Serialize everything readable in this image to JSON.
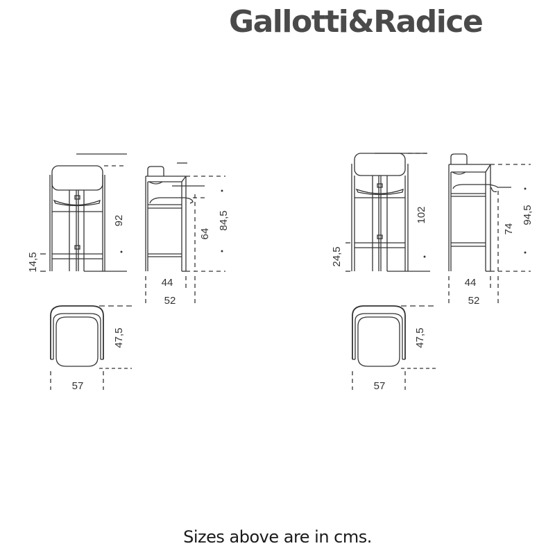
{
  "header": {
    "brand": "Gallotti&Radice"
  },
  "drawings": {
    "stool_65": {
      "front": {
        "height": "92",
        "footrest": "14,5"
      },
      "side": {
        "seat_height": "64",
        "arm_height": "84,5",
        "seat_depth": "44",
        "depth": "52"
      },
      "top": {
        "depth": "47,5",
        "width": "57"
      }
    },
    "stool_75": {
      "front": {
        "height": "102",
        "footrest": "24,5"
      },
      "side": {
        "seat_height": "74",
        "arm_height": "94,5",
        "seat_depth": "44",
        "depth": "52"
      },
      "top": {
        "depth": "47,5",
        "width": "57"
      }
    }
  },
  "footer": {
    "note": "Sizes above are in cms."
  },
  "colors": {
    "brand": "#4a4a4a",
    "line": "#333333"
  }
}
